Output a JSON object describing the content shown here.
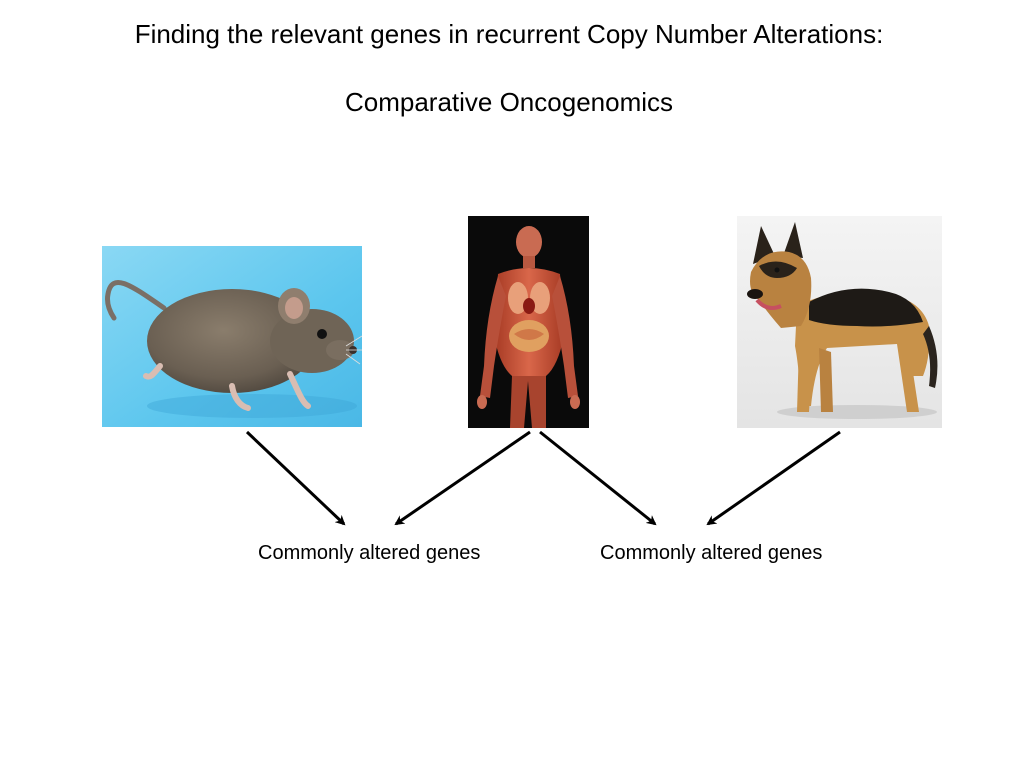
{
  "slide": {
    "title_line1": "Finding the relevant genes in recurrent Copy Number Alterations:",
    "title_line2": "Comparative Oncogenomics"
  },
  "images": [
    {
      "subject": "mouse",
      "background": "#5fc9ee"
    },
    {
      "subject": "human anatomy",
      "background": "#0a0a0a"
    },
    {
      "subject": "german shepherd dog",
      "background": "#efefef"
    }
  ],
  "labels": {
    "left": "Commonly altered genes",
    "right": "Commonly altered genes"
  },
  "colors": {
    "text": "#000000",
    "arrow": "#000000",
    "background": "#ffffff"
  }
}
